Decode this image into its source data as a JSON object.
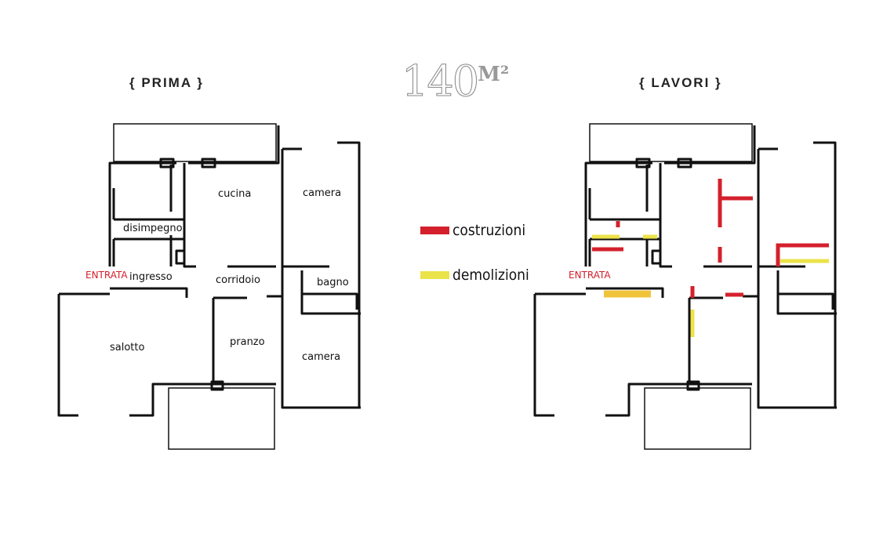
{
  "left_plan": {
    "title": "{ PRIMA }",
    "entrance": "ENTRATA",
    "rooms": [
      "disimpegno",
      "cucina",
      "camera",
      "ingresso",
      "corridoio",
      "bagno",
      "salotto",
      "pranzo",
      "camera"
    ]
  },
  "area": {
    "value": "140",
    "unit": "M²"
  },
  "legend": [
    {
      "label": "costruzioni",
      "color": "#d4202c"
    },
    {
      "label": "demolizioni",
      "color": "#ebe34a"
    }
  ],
  "right_plan": {
    "title": "{ LAVORI }",
    "entrance": "ENTRATA"
  }
}
